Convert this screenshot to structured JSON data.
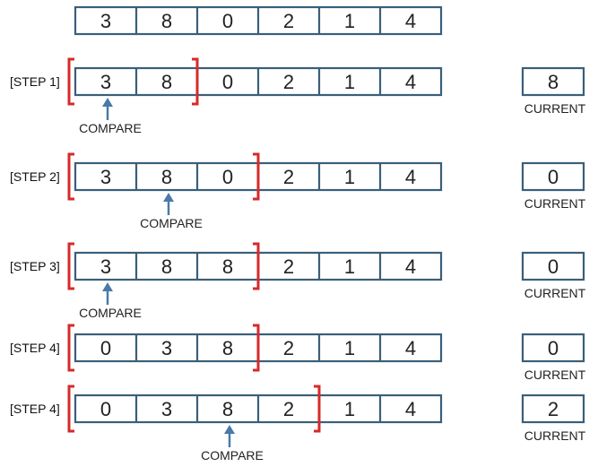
{
  "initial_array": [
    "3",
    "8",
    "0",
    "2",
    "1",
    "4"
  ],
  "current_label": "CURRENT",
  "compare_label": "COMPARE",
  "colors": {
    "cell_border": "#3a5f7a",
    "bracket": "#d62a2a",
    "arrow": "#4a7aa8"
  },
  "steps": [
    {
      "label": "[STEP 1]",
      "cells": [
        "3",
        "8",
        "0",
        "2",
        "1",
        "4"
      ],
      "bracket_end": 2,
      "current": "8",
      "compare_at": 0
    },
    {
      "label": "[STEP 2]",
      "cells": [
        "3",
        "8",
        "0",
        "2",
        "1",
        "4"
      ],
      "bracket_end": 3,
      "current": "0",
      "compare_at": 1
    },
    {
      "label": "[STEP 3]",
      "cells": [
        "3",
        "8",
        "8",
        "2",
        "1",
        "4"
      ],
      "bracket_end": 3,
      "current": "0",
      "compare_at": 0
    },
    {
      "label": "[STEP 4]",
      "cells": [
        "0",
        "3",
        "8",
        "2",
        "1",
        "4"
      ],
      "bracket_end": 3,
      "current": "0",
      "compare_at": null
    },
    {
      "label": "[STEP 4]",
      "cells": [
        "0",
        "3",
        "8",
        "2",
        "1",
        "4"
      ],
      "bracket_end": 4,
      "current": "2",
      "compare_at": 2
    }
  ]
}
